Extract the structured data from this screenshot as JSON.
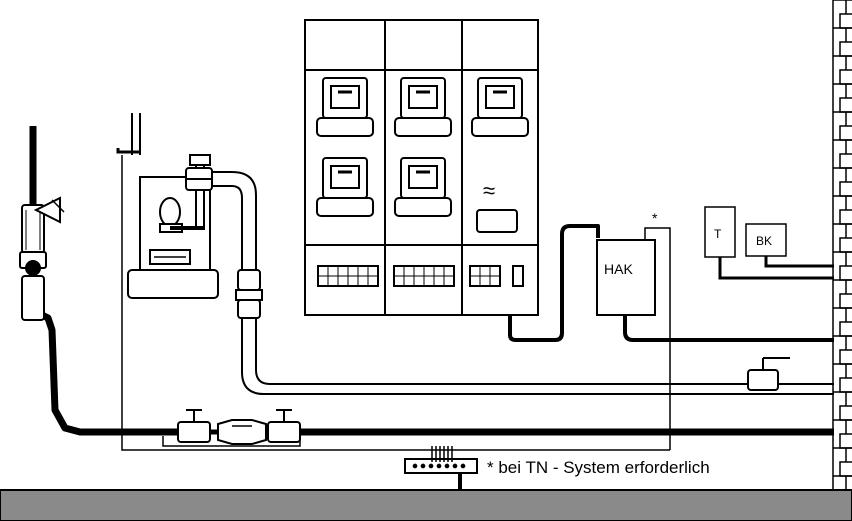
{
  "labels": {
    "hak": "HAK",
    "t_box": "T",
    "bk_box": "BK",
    "tilde": "≈",
    "asterisk": "*",
    "footnote": "* bei TN - System erforderlich"
  },
  "colors": {
    "line": "#000000",
    "ground": "#8a8a8a",
    "background": "#ffffff"
  }
}
